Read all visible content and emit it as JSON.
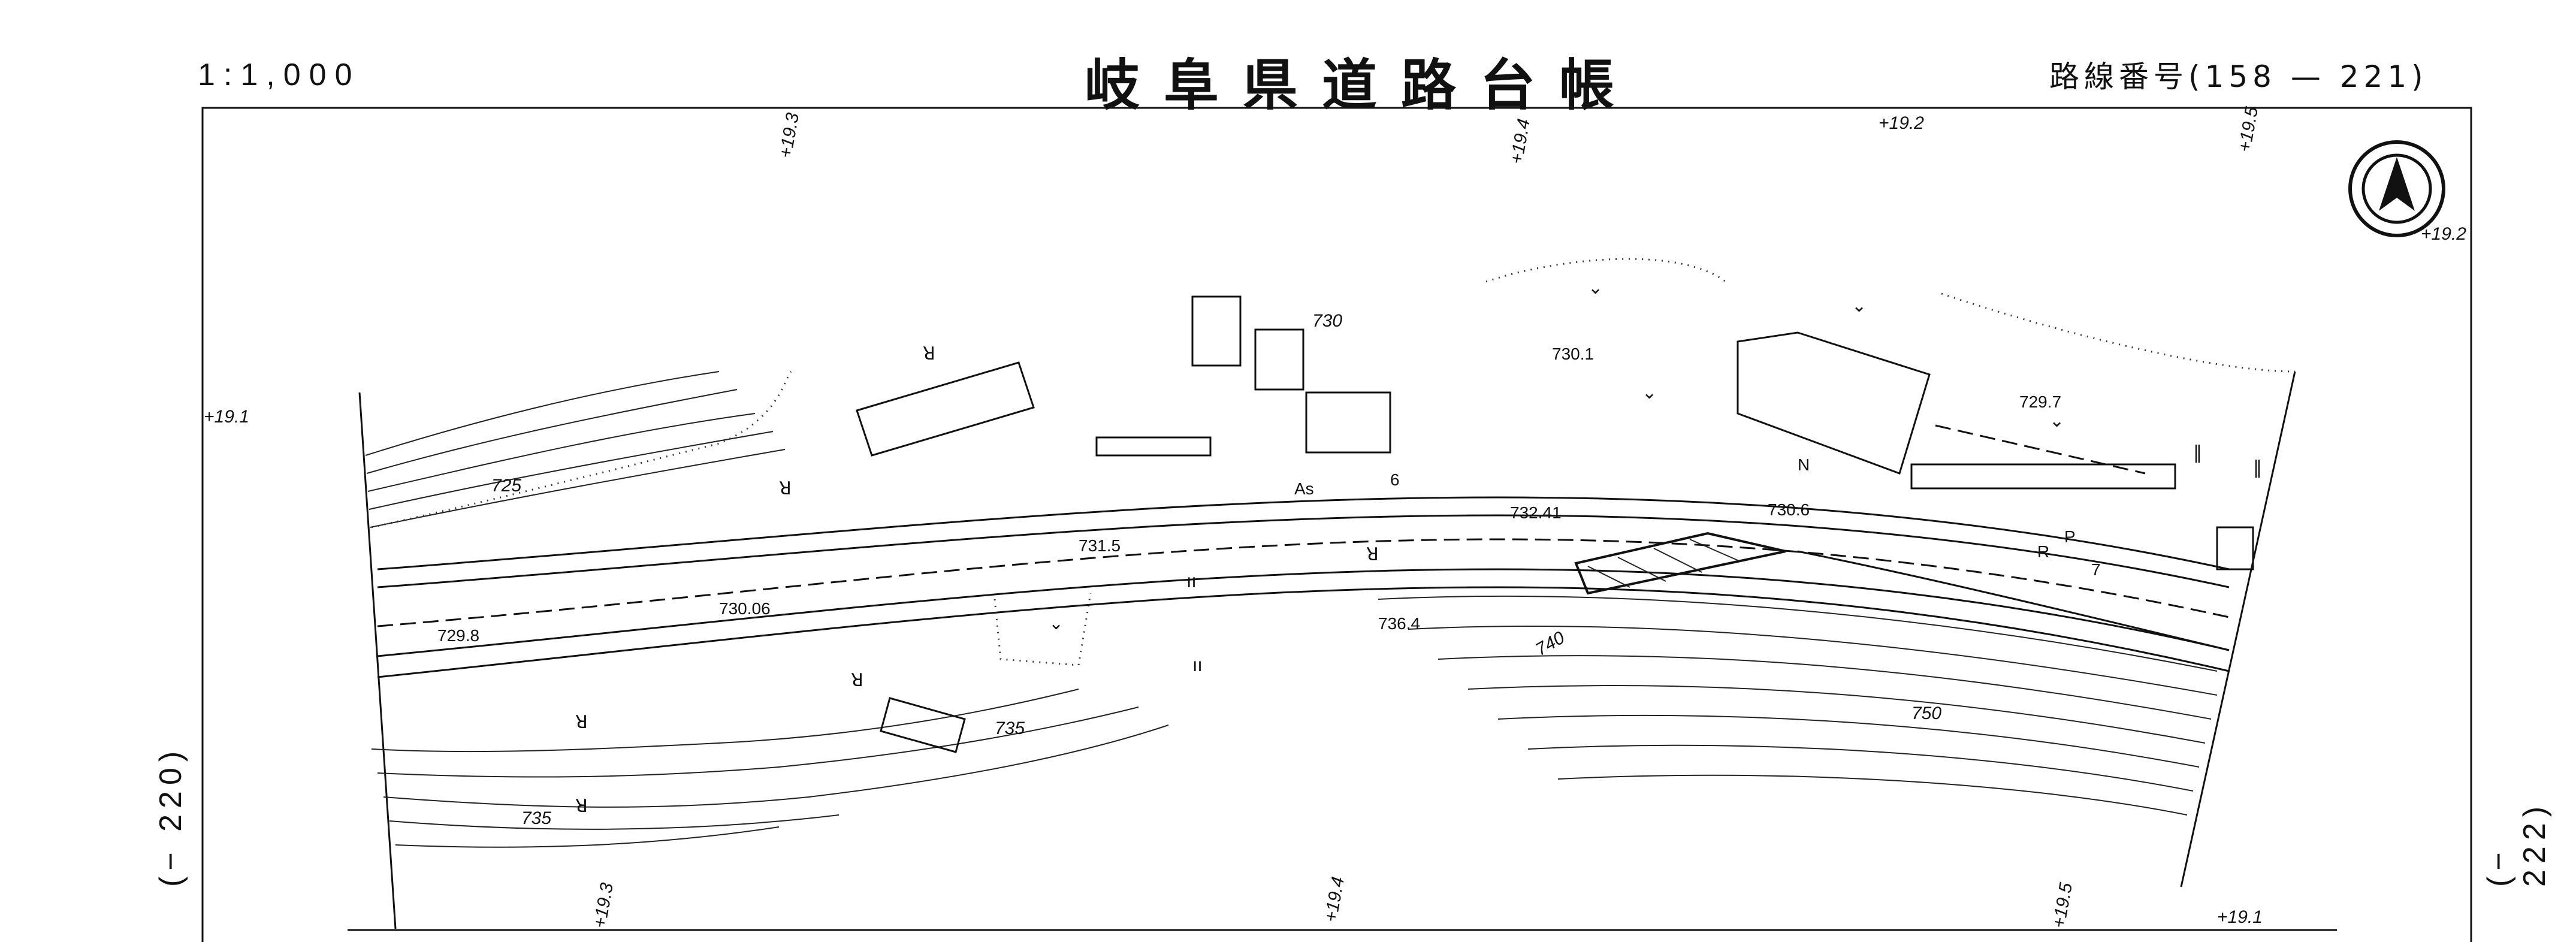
{
  "header": {
    "scale": "1:1,000",
    "title": "岐阜県道路台帳",
    "route_number": "路線番号(158 — 221)"
  },
  "edges": {
    "left_continuation": "(− 220)",
    "right_continuation": "(− 222)"
  },
  "stations_top": [
    "+19.3",
    "+19.4",
    "+19.2",
    "+19.5",
    "+19.2"
  ],
  "stations_bottom": [
    "+19.3",
    "+19.4",
    "+19.5",
    "+19.1"
  ],
  "station_left": "+19.1",
  "elevations": [
    "729.8",
    "730.06",
    "731.5",
    "732.41",
    "730.6",
    "730.1",
    "729.7",
    "736.4"
  ],
  "contours": [
    "725",
    "730",
    "735",
    "735",
    "740",
    "750"
  ],
  "road_labels": [
    "As",
    "6",
    "N",
    "P",
    "R",
    "7"
  ],
  "north_arrow": "north-arrow"
}
